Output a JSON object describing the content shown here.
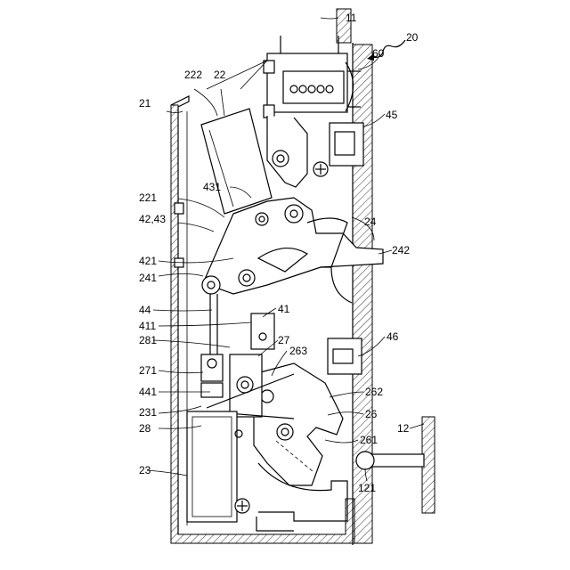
{
  "figure": {
    "labels": [
      {
        "id": "11",
        "text": "11"
      },
      {
        "id": "20",
        "text": "20"
      },
      {
        "id": "60",
        "text": "60"
      },
      {
        "id": "222",
        "text": "222"
      },
      {
        "id": "22",
        "text": "22"
      },
      {
        "id": "21",
        "text": "21"
      },
      {
        "id": "45",
        "text": "45"
      },
      {
        "id": "431",
        "text": "431"
      },
      {
        "id": "221",
        "text": "221"
      },
      {
        "id": "42_43",
        "text": "42,43"
      },
      {
        "id": "24",
        "text": "24"
      },
      {
        "id": "242",
        "text": "242"
      },
      {
        "id": "421",
        "text": "421"
      },
      {
        "id": "241",
        "text": "241"
      },
      {
        "id": "44",
        "text": "44"
      },
      {
        "id": "41",
        "text": "41"
      },
      {
        "id": "411",
        "text": "411"
      },
      {
        "id": "281",
        "text": "281"
      },
      {
        "id": "27",
        "text": "27"
      },
      {
        "id": "263",
        "text": "263"
      },
      {
        "id": "46",
        "text": "46"
      },
      {
        "id": "271",
        "text": "271"
      },
      {
        "id": "262",
        "text": "262"
      },
      {
        "id": "441",
        "text": "441"
      },
      {
        "id": "231",
        "text": "231"
      },
      {
        "id": "26",
        "text": "26"
      },
      {
        "id": "28",
        "text": "28"
      },
      {
        "id": "261",
        "text": "261"
      },
      {
        "id": "12",
        "text": "12"
      },
      {
        "id": "23",
        "text": "23"
      },
      {
        "id": "121",
        "text": "121"
      }
    ]
  }
}
